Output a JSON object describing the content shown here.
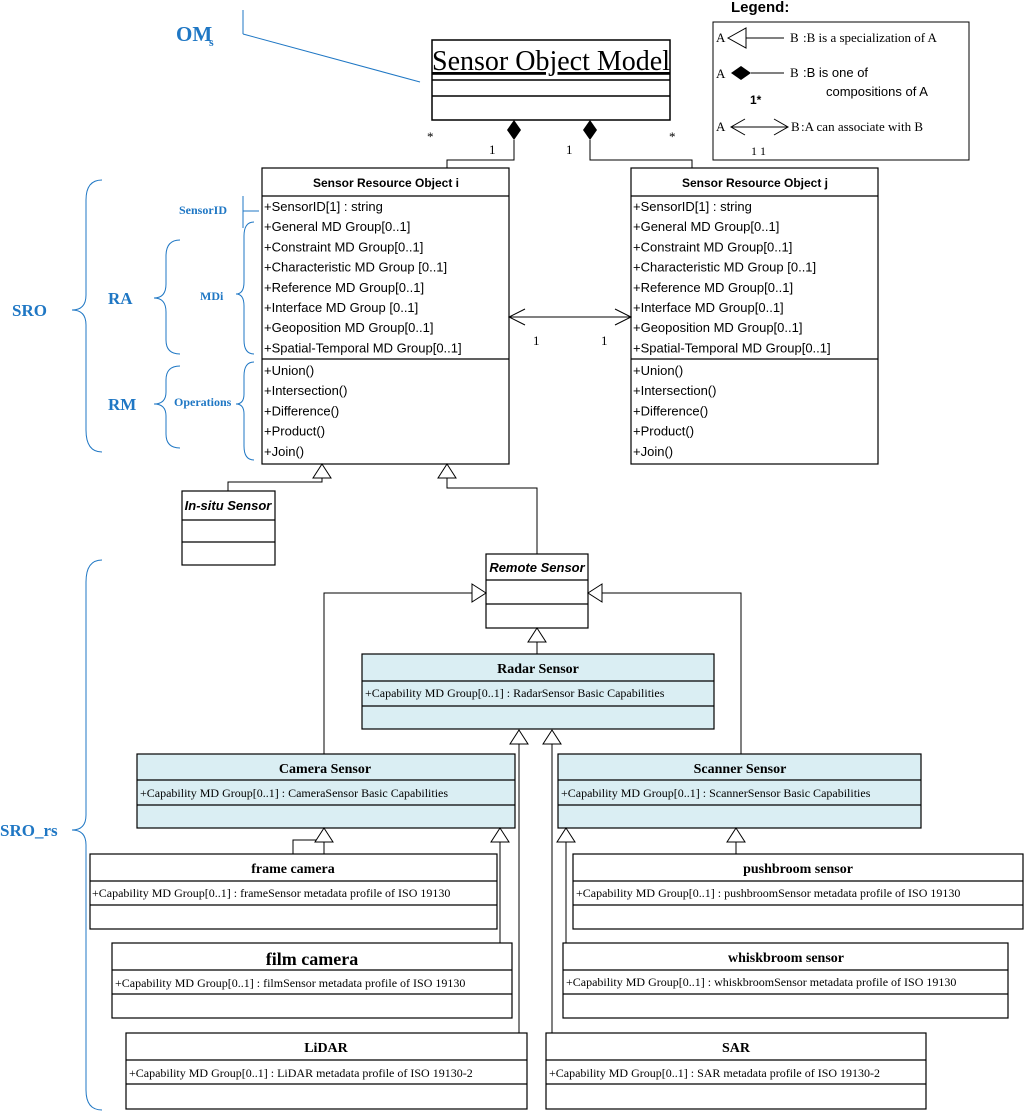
{
  "header": {
    "om_label": "OM",
    "om_sub": "s",
    "title": "Sensor Object Model"
  },
  "legend": {
    "title": "Legend:",
    "rows": [
      {
        "left": "A",
        "right": "B",
        "text": ":B is a specialization of A"
      },
      {
        "left": "A",
        "right": "B",
        "text": ":B is one of",
        "text2": "compositions of A",
        "mult": "1*"
      },
      {
        "left": "A",
        "right": "B",
        "text": ":A can associate with B",
        "mult": "1 1"
      }
    ]
  },
  "multiplicities": {
    "left_star": "*",
    "left_one": "1",
    "right_one": "1",
    "right_star": "*",
    "assoc_left": "1",
    "assoc_right": "1"
  },
  "sro_i": {
    "title": "Sensor Resource Object i",
    "attrs": [
      "+SensorID[1] : string",
      "+General MD Group[0..1]",
      "+Constraint MD Group[0..1]",
      "+Characteristic MD Group [0..1]",
      "+Reference MD Group[0..1]",
      "+Interface MD Group [0..1]",
      "+Geoposition MD Group[0..1]",
      "+Spatial-Temporal MD Group[0..1]"
    ],
    "ops": [
      "+Union()",
      "+Intersection()",
      "+Difference()",
      "+Product()",
      "+Join()"
    ]
  },
  "sro_j": {
    "title": "Sensor Resource Object j",
    "attrs": [
      "+SensorID[1] : string",
      "+General MD Group[0..1]",
      "+Constraint MD Group[0..1]",
      "+Characteristic MD Group [0..1]",
      "+Reference MD Group[0..1]",
      "+Interface MD Group[0..1]",
      "+Geoposition MD Group[0..1]",
      "+Spatial-Temporal MD Group[0..1]"
    ],
    "ops": [
      "+Union()",
      "+Intersection()",
      "+Difference()",
      "+Product()",
      "+Join()"
    ]
  },
  "side_labels": {
    "sro": "SRO",
    "ra": "RA",
    "rm": "RM",
    "sensorid": "SensorID",
    "mdi": "MDi",
    "operations": "Operations",
    "sro_rs": "SRO_rs"
  },
  "insitu": {
    "title": "In-situ Sensor"
  },
  "remote": {
    "title": "Remote Sensor"
  },
  "radar": {
    "title": "Radar Sensor",
    "attr": "+Capability MD Group[0..1] : RadarSensor Basic Capabilities"
  },
  "camera": {
    "title": "Camera Sensor",
    "attr": "+Capability MD Group[0..1] : CameraSensor Basic Capabilities"
  },
  "scanner": {
    "title": "Scanner Sensor",
    "attr": "+Capability MD Group[0..1] : ScannerSensor Basic Capabilities"
  },
  "frame": {
    "title": "frame camera",
    "attr": "+Capability MD Group[0..1] : frameSensor metadata profile of ISO 19130"
  },
  "film": {
    "title": "film camera",
    "attr": "+Capability MD Group[0..1] : filmSensor metadata profile of ISO 19130"
  },
  "lidar": {
    "title": "LiDAR",
    "attr": "+Capability MD Group[0..1] : LiDAR metadata profile of ISO 19130-2"
  },
  "pushbroom": {
    "title": "pushbroom sensor",
    "attr": "+Capability MD Group[0..1] : pushbroomSensor metadata profile of ISO 19130"
  },
  "whiskbroom": {
    "title": "whiskbroom sensor",
    "attr": "+Capability MD Group[0..1] : whiskbroomSensor metadata profile of ISO 19130"
  },
  "sar": {
    "title": "SAR",
    "attr": "+Capability MD Group[0..1] : SAR metadata profile of ISO 19130-2"
  },
  "colors": {
    "line": "#000000",
    "label_blue": "#1f77c4",
    "box_fill_blue": "#daeef3"
  }
}
